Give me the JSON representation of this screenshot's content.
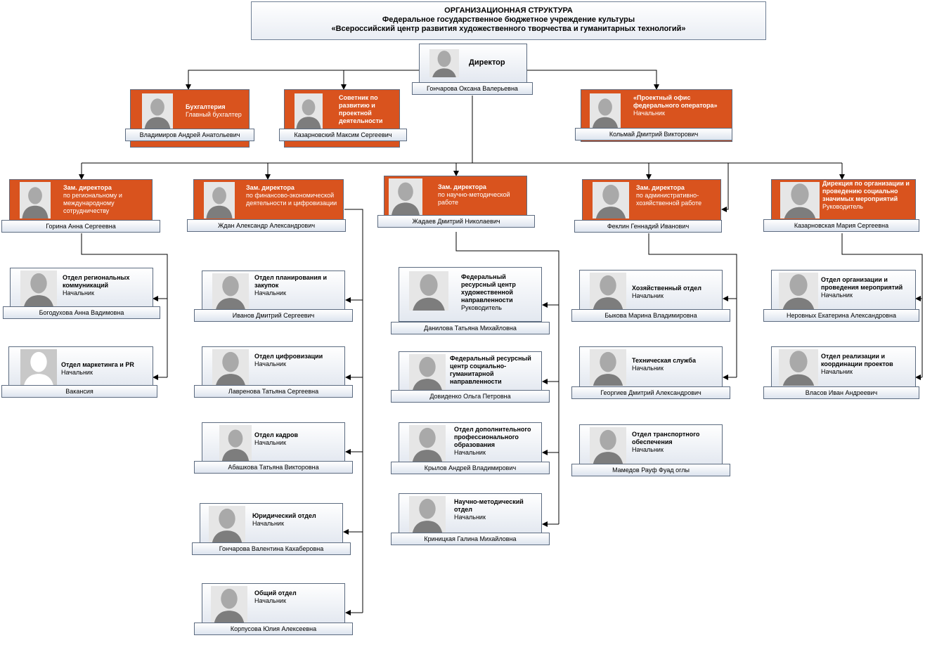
{
  "header": {
    "title": "ОРГАНИЗАЦИОННАЯ СТРУКТУРА",
    "subtitle": "Федеральное государственное бюджетное учреждение культуры",
    "organization": "«Всероссийский центр развития художественного творчества и гуманитарных технологий»"
  },
  "colors": {
    "accent": "#d9531e",
    "line": "#000000",
    "card_border": "#5c6b80"
  },
  "director": {
    "title": "Директор",
    "name": "Гончарова Оксана Валерьевна"
  },
  "top": [
    {
      "title": "Бухгалтерия",
      "role": "Главный бухгалтер",
      "name": "Владимиров Андрей Анатольевич"
    },
    {
      "title": "Советник по развитию и проектной деятельности",
      "role": "",
      "name": "Казарновский Максим Сергеевич"
    },
    {
      "title": "«Проектный офис федерального оператора»",
      "role": "Начальник",
      "name": "Кольмай Дмитрий Викторович"
    }
  ],
  "deputies": [
    {
      "title": "Зам. директора",
      "role": "по региональному и международному сотрудничеству",
      "name": "Горина Анна Сергеевна"
    },
    {
      "title": "Зам. директора",
      "role": "по финансово-экономической деятельности и цифровизации",
      "name": "Ждан Александр Александрович"
    },
    {
      "title": "Зам. директора",
      "role": "по научно-методической работе",
      "name": "Жадаев Дмитрий Николаевич"
    },
    {
      "title": "Зам. директора",
      "role": "по административно-хозяйственной работе",
      "name": "Феклин Геннадий Иванович"
    },
    {
      "title": "Дирекция по организации и проведению социально значимых мероприятий",
      "role": "Руководитель",
      "name": "Казарновская Мария Сергеевна"
    }
  ],
  "departments": [
    {
      "title": "Отдел региональных коммуникаций",
      "role": "Начальник",
      "name": "Богодухова Анна Вадимовна"
    },
    {
      "title": "Отдел маркетинга и PR",
      "role": "Начальник",
      "name": "Вакансия"
    },
    {
      "title": "Отдел планирования и закупок",
      "role": "Начальник",
      "name": "Иванов Дмитрий Сергеевич"
    },
    {
      "title": "Отдел цифровизации",
      "role": "Начальник",
      "name": "Лавренова Татьяна Сергеевна"
    },
    {
      "title": "Отдел кадров",
      "role": "Начальник",
      "name": "Абашкова Татьяна Викторовна"
    },
    {
      "title": "Юридический отдел",
      "role": "Начальник",
      "name": "Гончарова Валентина Кахаберовна"
    },
    {
      "title": "Общий отдел",
      "role": "Начальник",
      "name": "Корпусова Юлия Алексеевна"
    },
    {
      "title": "Федеральный ресурсный центр художественной направленности",
      "role": "Руководитель",
      "name": "Данилова Татьяна Михайловна"
    },
    {
      "title": "Федеральный ресурсный центр социально-гуманитарной направленности",
      "role": "",
      "name": "Довиденко Ольга Петровна"
    },
    {
      "title": "Отдел дополнительного профессионального образования",
      "role": "Начальник",
      "name": "Крылов Андрей Владимирович"
    },
    {
      "title": "Научно-методический отдел",
      "role": "Начальник",
      "name": "Криницкая Галина Михайловна"
    },
    {
      "title": "Хозяйственный отдел",
      "role": "Начальник",
      "name": "Быкова Марина Владимировна"
    },
    {
      "title": "Техническая служба",
      "role": "Начальник",
      "name": "Георгиев Дмитрий Александрович"
    },
    {
      "title": "Отдел транспортного обеспечения",
      "role": "Начальник",
      "name": "Мамедов Рауф Фуад оглы"
    },
    {
      "title": "Отдел организации и проведения мероприятий",
      "role": "Начальник",
      "name": "Неровных Екатерина Александровна"
    },
    {
      "title": "Отдел реализации и координации проектов",
      "role": "Начальник",
      "name": "Власов Иван Андреевич"
    }
  ]
}
